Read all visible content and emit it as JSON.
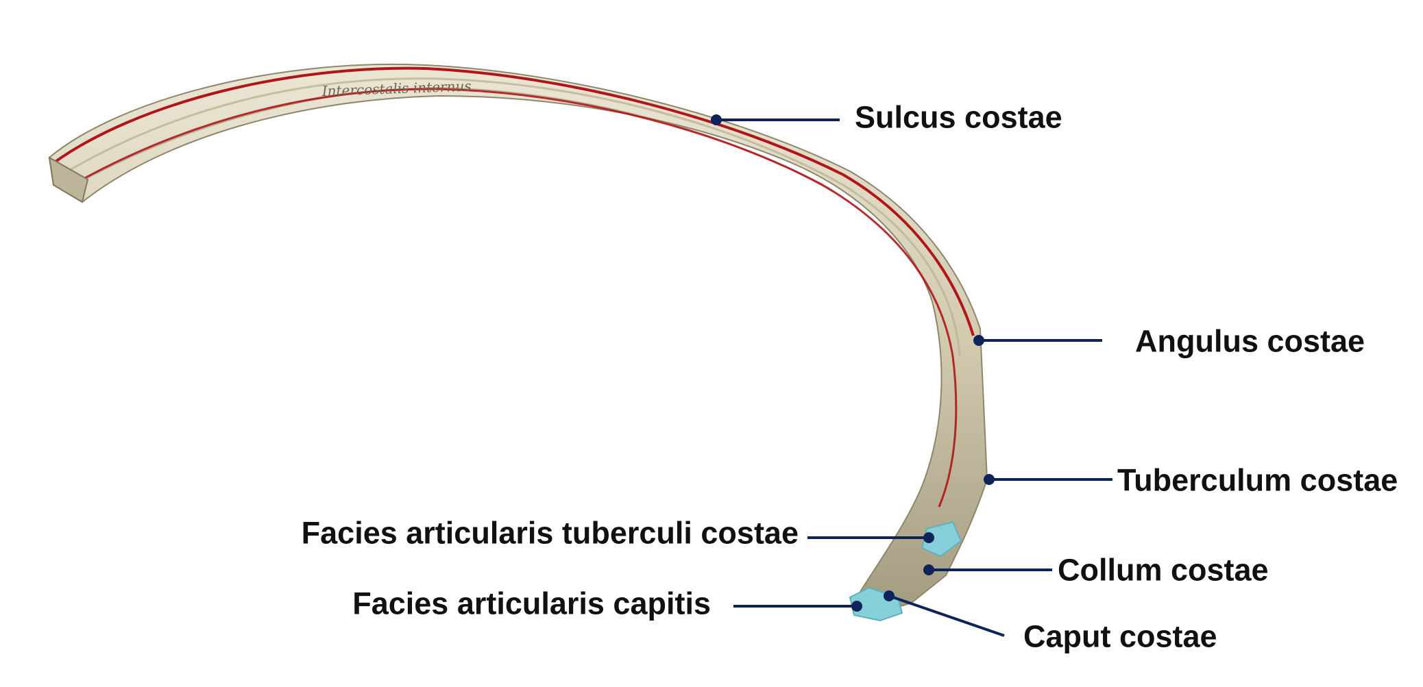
{
  "labels": {
    "sulcus": "Sulcus costae",
    "angulus": "Angulus costae",
    "tuberculum": "Tuberculum costae",
    "facies_tuberculi": "Facies articularis tuberculi costae",
    "collum": "Collum costae",
    "facies_capitis": "Facies articularis capitis",
    "caput": "Caput costae",
    "engraved_text": "Intercostalis internus"
  },
  "colors": {
    "bone_fill": "#d2cbb0",
    "bone_shadow": "#a39c80",
    "bone_light": "#ebe6d4",
    "groove_red": "#b0151a",
    "cartilage": "#86cfd8",
    "leader_line": "#0e2459",
    "label_text": "#111111",
    "background": "#ffffff"
  }
}
